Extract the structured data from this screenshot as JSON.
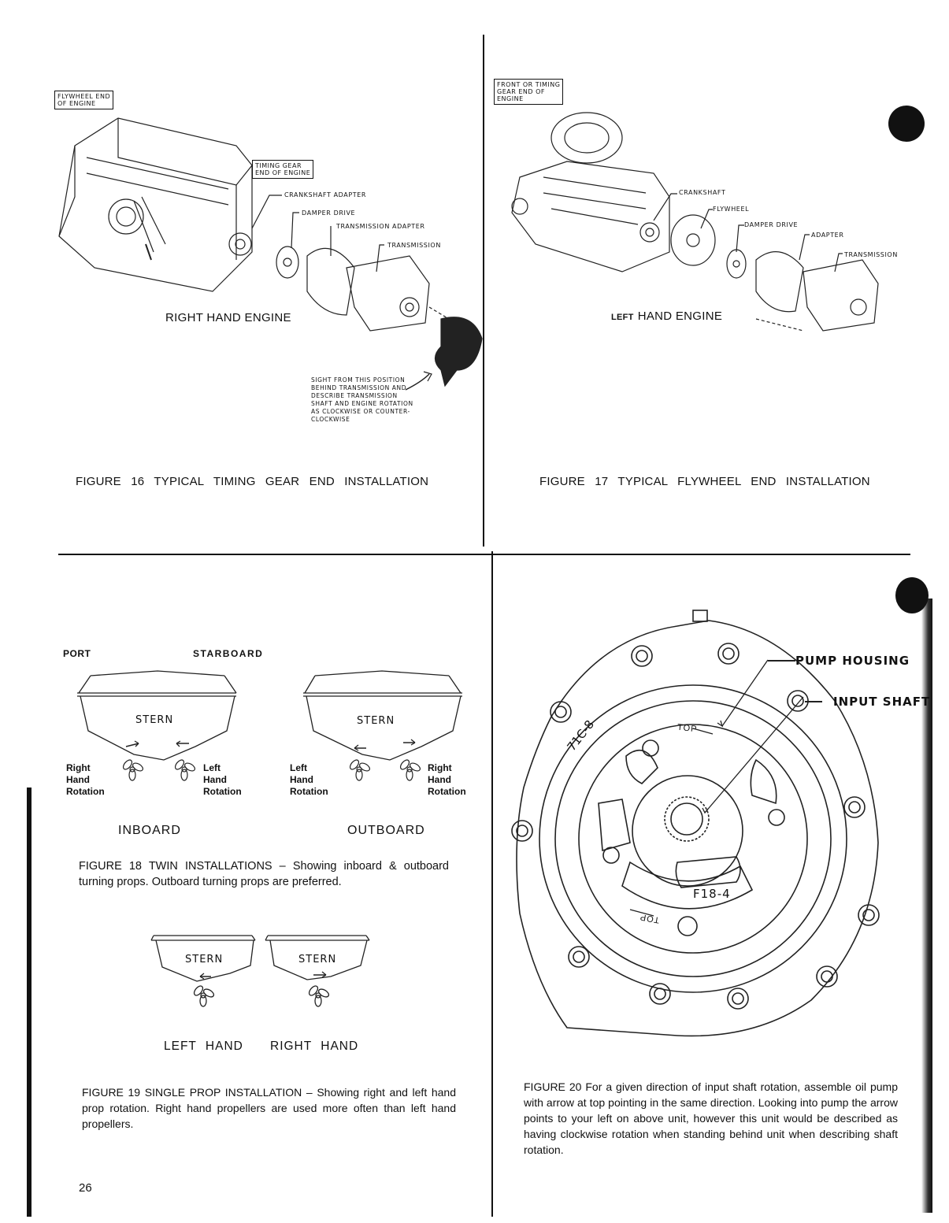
{
  "page_number": "26",
  "fig16": {
    "flywheel_box": "FLYWHEEL END\nOF ENGINE",
    "timing_box": "TIMING GEAR\nEND OF ENGINE",
    "callouts": {
      "crankshaft_adapter": "CRANKSHAFT ADAPTER",
      "damper_drive": "DAMPER DRIVE",
      "transmission_adapter": "TRANSMISSION ADAPTER",
      "transmission": "TRANSMISSION"
    },
    "engine_label": "RIGHT HAND ENGINE",
    "sight_note": "SIGHT FROM THIS POSITION\nBEHIND TRANSMISSION AND\nDESCRIBE TRANSMISSION\nSHAFT AND ENGINE ROTATION\nAS CLOCKWISE OR COUNTER-\nCLOCKWISE",
    "caption": "FIGURE 16 TYPICAL TIMING GEAR END INSTALLATION"
  },
  "fig17": {
    "front_box": "FRONT OR TIMING\nGEAR END OF\nENGINE",
    "callouts": {
      "crankshaft": "CRANKSHAFT",
      "flywheel": "FLYWHEEL",
      "damper_drive": "DAMPER DRIVE",
      "adapter": "ADAPTER",
      "transmission": "TRANSMISSION"
    },
    "engine_label_prefix": "LEFT",
    "engine_label": "HAND ENGINE",
    "caption": "FIGURE 17 TYPICAL FLYWHEEL END INSTALLATION"
  },
  "fig18": {
    "port": "PORT",
    "starboard": "STARBOARD",
    "stern": "STERN",
    "inboard": {
      "left_rot": "Right\nHand\nRotation",
      "right_rot": "Left\nHand\nRotation",
      "label": "INBOARD"
    },
    "outboard": {
      "left_rot": "Left\nHand\nRotation",
      "right_rot": "Right\nHand\nRotation",
      "label": "OUTBOARD"
    },
    "caption": "FIGURE 18 TWIN INSTALLATIONS – Showing inboard & outboard turning props. Outboard turning props are preferred."
  },
  "fig19": {
    "stern": "STERN",
    "left_label": "LEFT HAND",
    "right_label": "RIGHT HAND",
    "caption": "FIGURE 19 SINGLE PROP INSTALLATION – Showing right and left hand prop rotation. Right hand propellers are used more often than left hand propellers."
  },
  "fig20": {
    "pump_housing": "PUMP HOUSING",
    "input_shaft": "INPUT SHAFT",
    "top_mark": "TOP",
    "cast_mark_1": "71C-8",
    "cast_mark_2": "F18-4",
    "caption": "FIGURE 20 For a given direction of input shaft rotation, assemble oil pump with arrow at top pointing in the same direction. Looking into pump the arrow points to your left on above unit, however this unit would be described as having clockwise rotation when standing behind unit when describing shaft rotation."
  }
}
